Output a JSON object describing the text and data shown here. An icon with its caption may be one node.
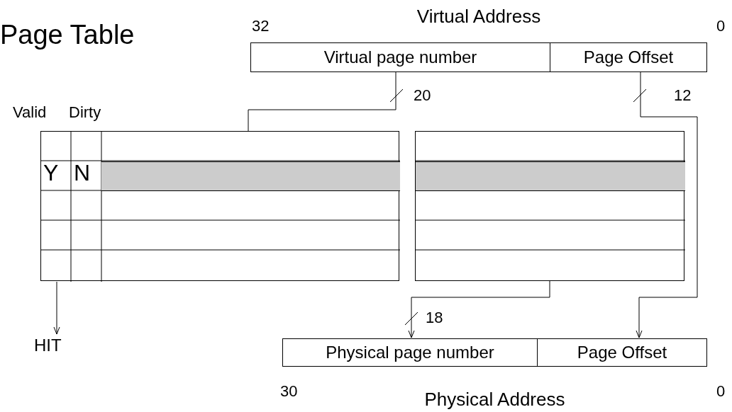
{
  "diagram": {
    "title": "Page Table",
    "nodes": [
      {
        "text": [
          "Virtual Address"
        ]
      },
      {
        "text": [
          "Virtual page number"
        ],
        "in": 0
      },
      {
        "text": [
          "Page Offset"
        ],
        "in": 0
      },
      {
        "text": [],
        "shape": "box"
      },
      {
        "text": [],
        "shape": "bar",
        "in": 3
      },
      {
        "text": [],
        "shape": "box"
      },
      {
        "text": [],
        "shape": "bar",
        "in": 5
      },
      {
        "text": [
          "HIT"
        ]
      },
      {
        "text": [
          "Physical Address"
        ]
      },
      {
        "text": [
          "Physical page number"
        ],
        "in": 8
      },
      {
        "text": [
          "Page Offset"
        ],
        "in": 8
      }
    ],
    "edges": [
      {
        "from": 1,
        "to": 4,
        "arrow": "to",
        "label": "20"
      },
      {
        "from": 2,
        "to": 10,
        "arrow": "to",
        "label": "12"
      },
      {
        "from": 6,
        "to": 9,
        "arrow": "to",
        "label": "18"
      },
      {
        "from": 3,
        "to": 7,
        "arrow": "to"
      }
    ],
    "labels": [
      "32",
      "0",
      "Valid",
      "Dirty",
      "Y",
      "N",
      "30",
      "0"
    ]
  }
}
